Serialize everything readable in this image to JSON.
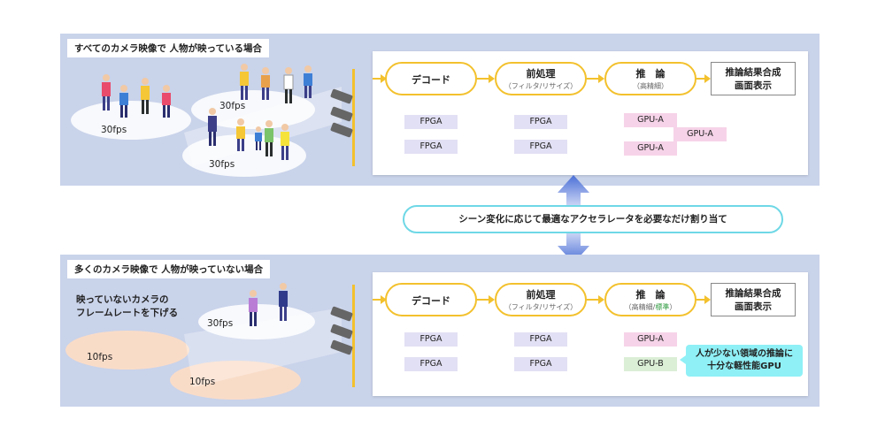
{
  "center_message": "シーン変化に応じて最適なアクセラレータを必要なだけ割り当て",
  "top": {
    "title": "すべてのカメラ映像で 人物が映っている場合",
    "fps_labels": [
      "30fps",
      "30fps",
      "30fps"
    ],
    "stages": {
      "decode": "デコード",
      "preprocess": "前処理",
      "preprocess_sub": "（フィルタ/リサイズ）",
      "inference": "推　論",
      "inference_sub": "（高精細）",
      "result_line1": "推論結果合成",
      "result_line2": "画面表示"
    },
    "chips": {
      "decode": [
        "FPGA",
        "FPGA"
      ],
      "preprocess": [
        "FPGA",
        "FPGA"
      ],
      "inference": [
        "GPU-A",
        "GPU-A",
        "GPU-A"
      ]
    }
  },
  "bottom": {
    "title": "多くのカメラ映像で 人物が映っていない場合",
    "note_line1": "映っていないカメラの",
    "note_line2": "フレームレートを下げる",
    "fps_labels": [
      "30fps",
      "10fps",
      "10fps"
    ],
    "stages": {
      "decode": "デコード",
      "preprocess": "前処理",
      "preprocess_sub": "（フィルタ/リサイズ）",
      "inference": "推　論",
      "inference_sub_a": "（高精細/",
      "inference_sub_b": "標準",
      "inference_sub_c": "）",
      "result_line1": "推論結果合成",
      "result_line2": "画面表示"
    },
    "chips": {
      "decode": [
        "FPGA",
        "FPGA"
      ],
      "preprocess": [
        "FPGA",
        "FPGA"
      ],
      "inference": [
        "GPU-A",
        "GPU-B"
      ]
    },
    "callout_line1": "人が少ない領域の推論に",
    "callout_line2": "十分な軽性能GPU"
  },
  "colors": {
    "panel": "#c9d3ea",
    "stage_border": "#f3c12d",
    "fpga": "#e2e0f4",
    "gpu_a": "#f6d3e8",
    "gpu_b": "#dbeed6",
    "callout": "#8ff0f6",
    "arrow_blue": "#4a6fd6"
  }
}
